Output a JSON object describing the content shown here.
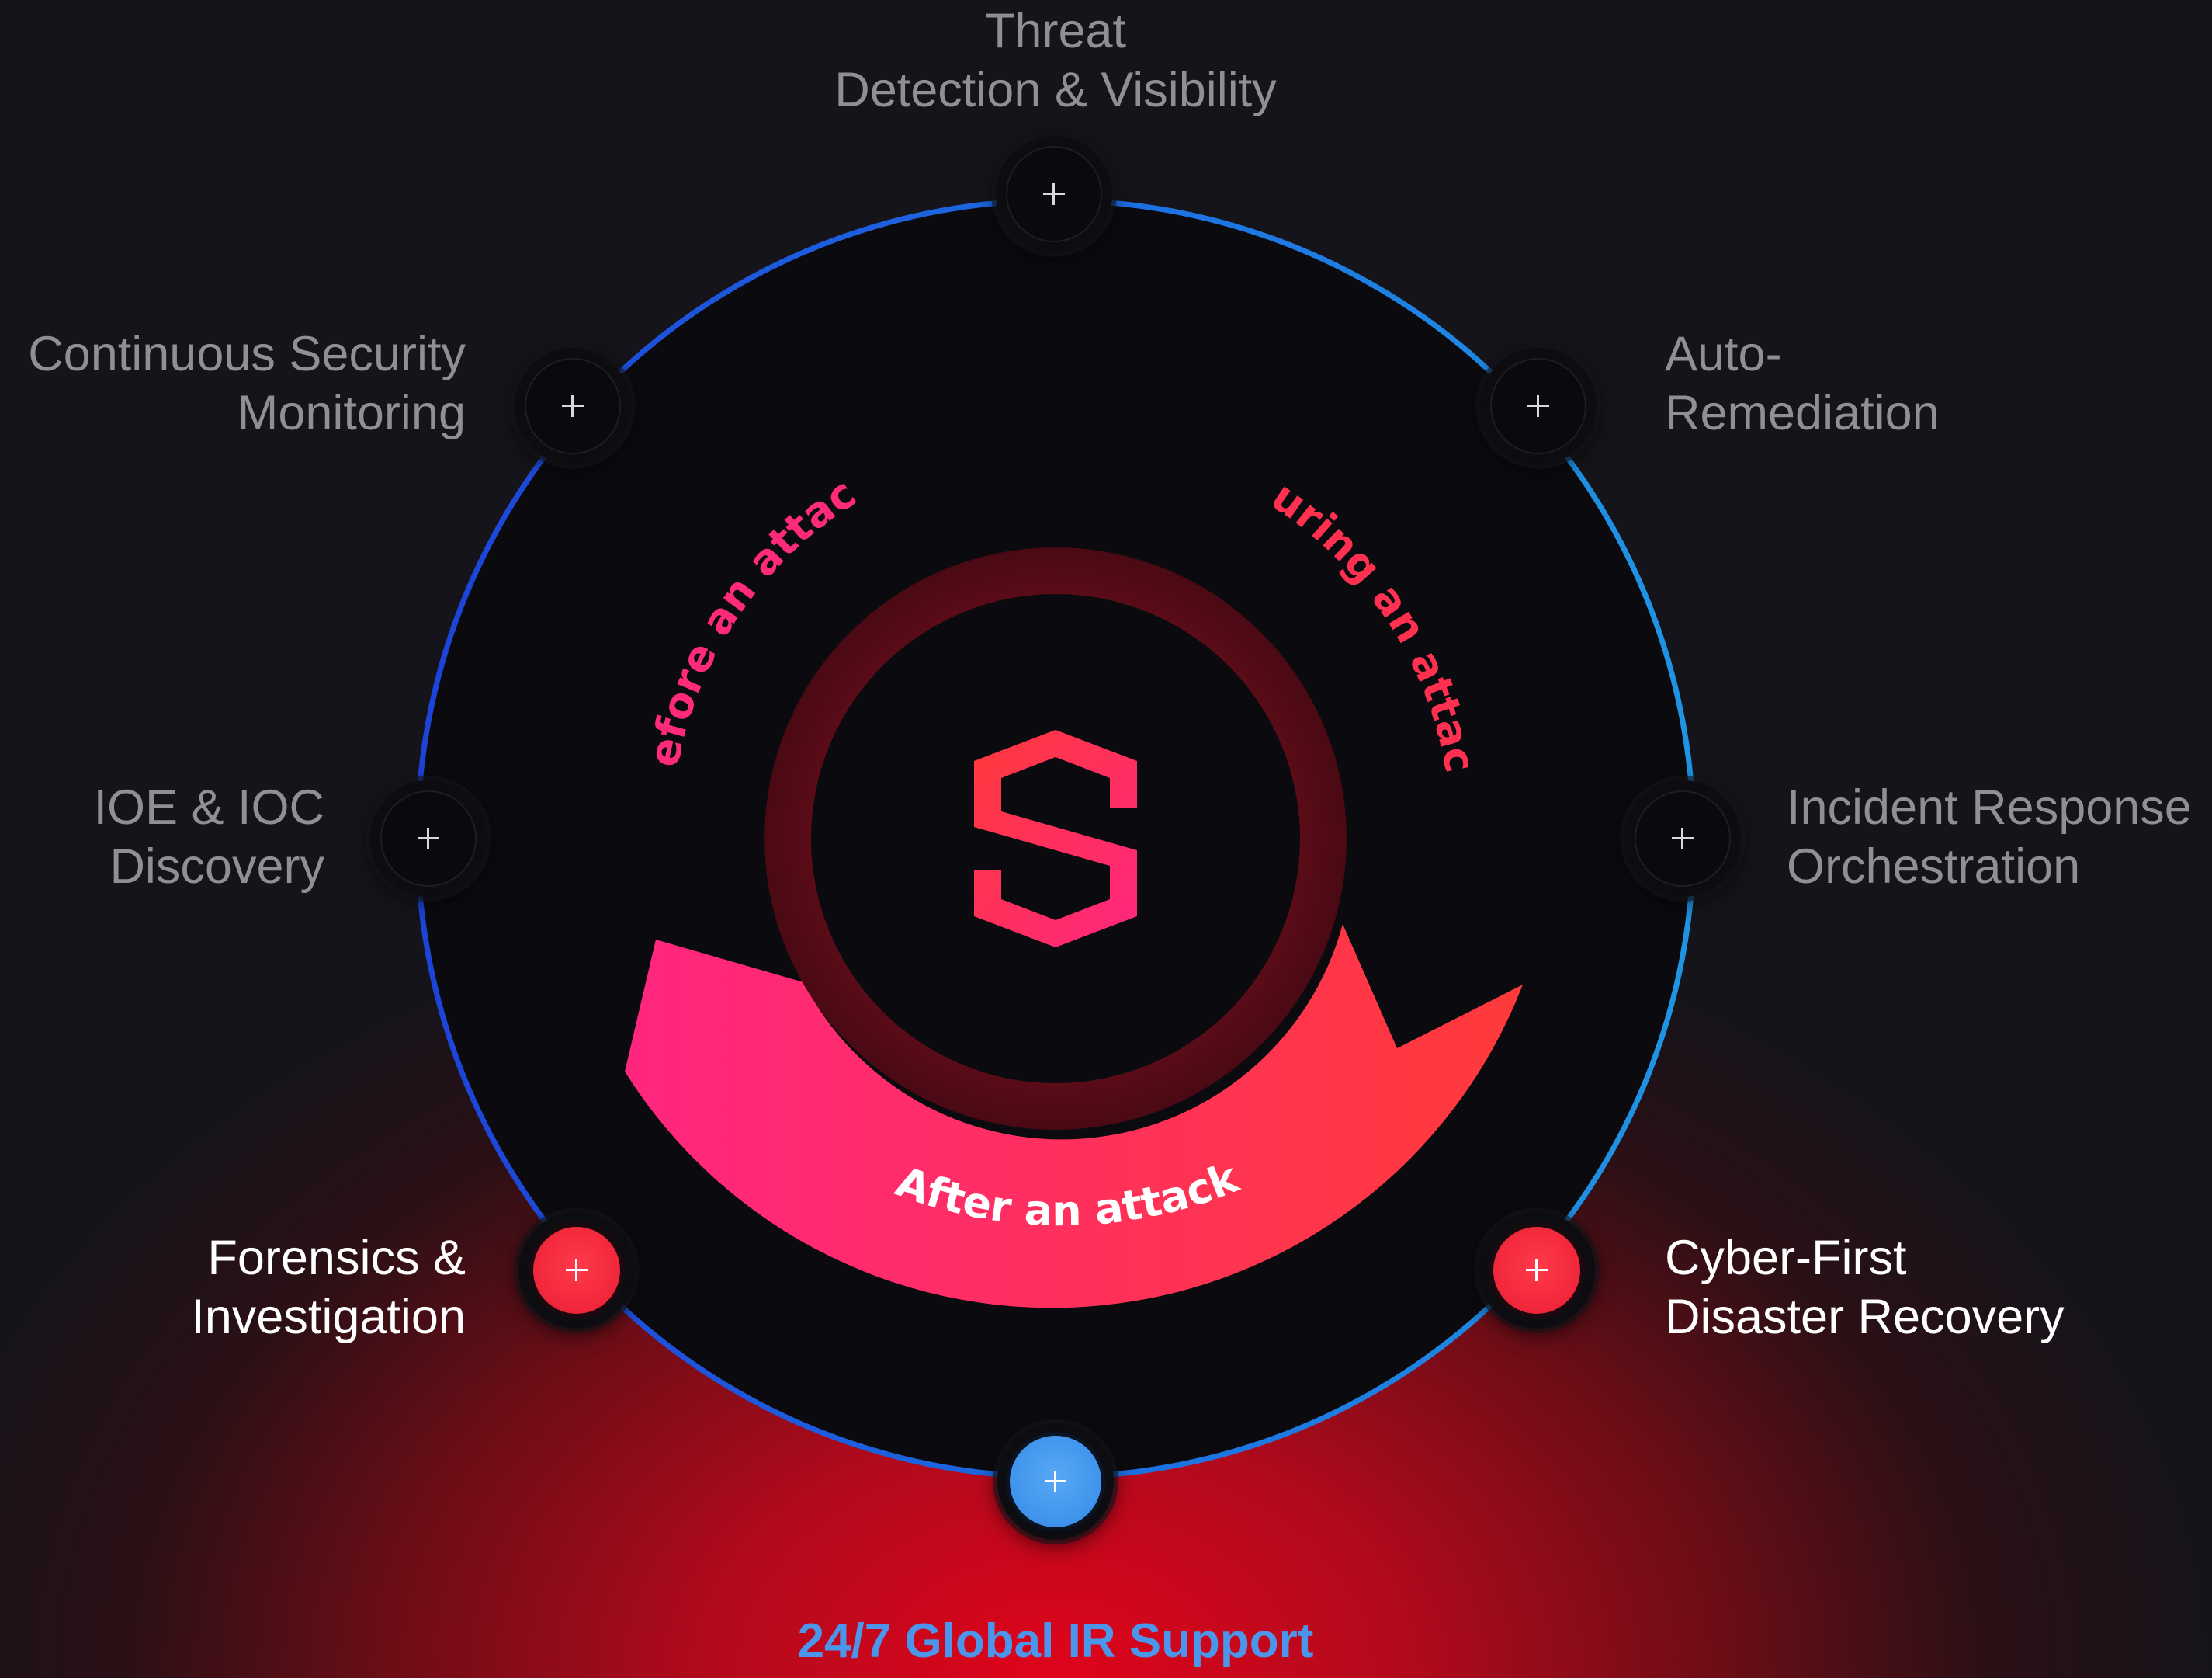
{
  "nodes": [
    {
      "id": "threat-detection",
      "label": [
        "Threat",
        "Detection & Visibility"
      ],
      "state": "inactive"
    },
    {
      "id": "continuous-monitoring",
      "label": [
        "Continuous Security",
        "Monitoring"
      ],
      "state": "inactive"
    },
    {
      "id": "auto-remediation",
      "label": [
        "Auto-",
        "Remediation"
      ],
      "state": "inactive"
    },
    {
      "id": "ioe-ioc",
      "label": [
        "IOE & IOC",
        "Discovery"
      ],
      "state": "inactive"
    },
    {
      "id": "incident-response",
      "label": [
        "Incident Response",
        "Orchestration"
      ],
      "state": "inactive"
    },
    {
      "id": "forensics",
      "label": [
        "Forensics &",
        "Investigation"
      ],
      "state": "active"
    },
    {
      "id": "disaster-recovery",
      "label": [
        "Cyber-First",
        "Disaster Recovery"
      ],
      "state": "active"
    },
    {
      "id": "global-ir",
      "label": [
        "24/7 Global IR Support"
      ],
      "state": "selected"
    }
  ],
  "phases": {
    "before": "Before an attack",
    "during": "During an attack",
    "after": "After an attack"
  },
  "colors": {
    "ring_blue_left": "#1f4fe0",
    "ring_blue_right": "#1f8fe0",
    "phase_pink": "#ff2a7a",
    "phase_red": "#ff3a3a",
    "node_active_red": "#f0263a",
    "node_selected_blue": "#3f93ec",
    "label_inactive": "#8f8f94",
    "label_active": "#ffffff",
    "support_blue": "#4b96ea"
  },
  "icons": {
    "center": "s-hexagon-logo-icon",
    "node": "plus-icon"
  }
}
